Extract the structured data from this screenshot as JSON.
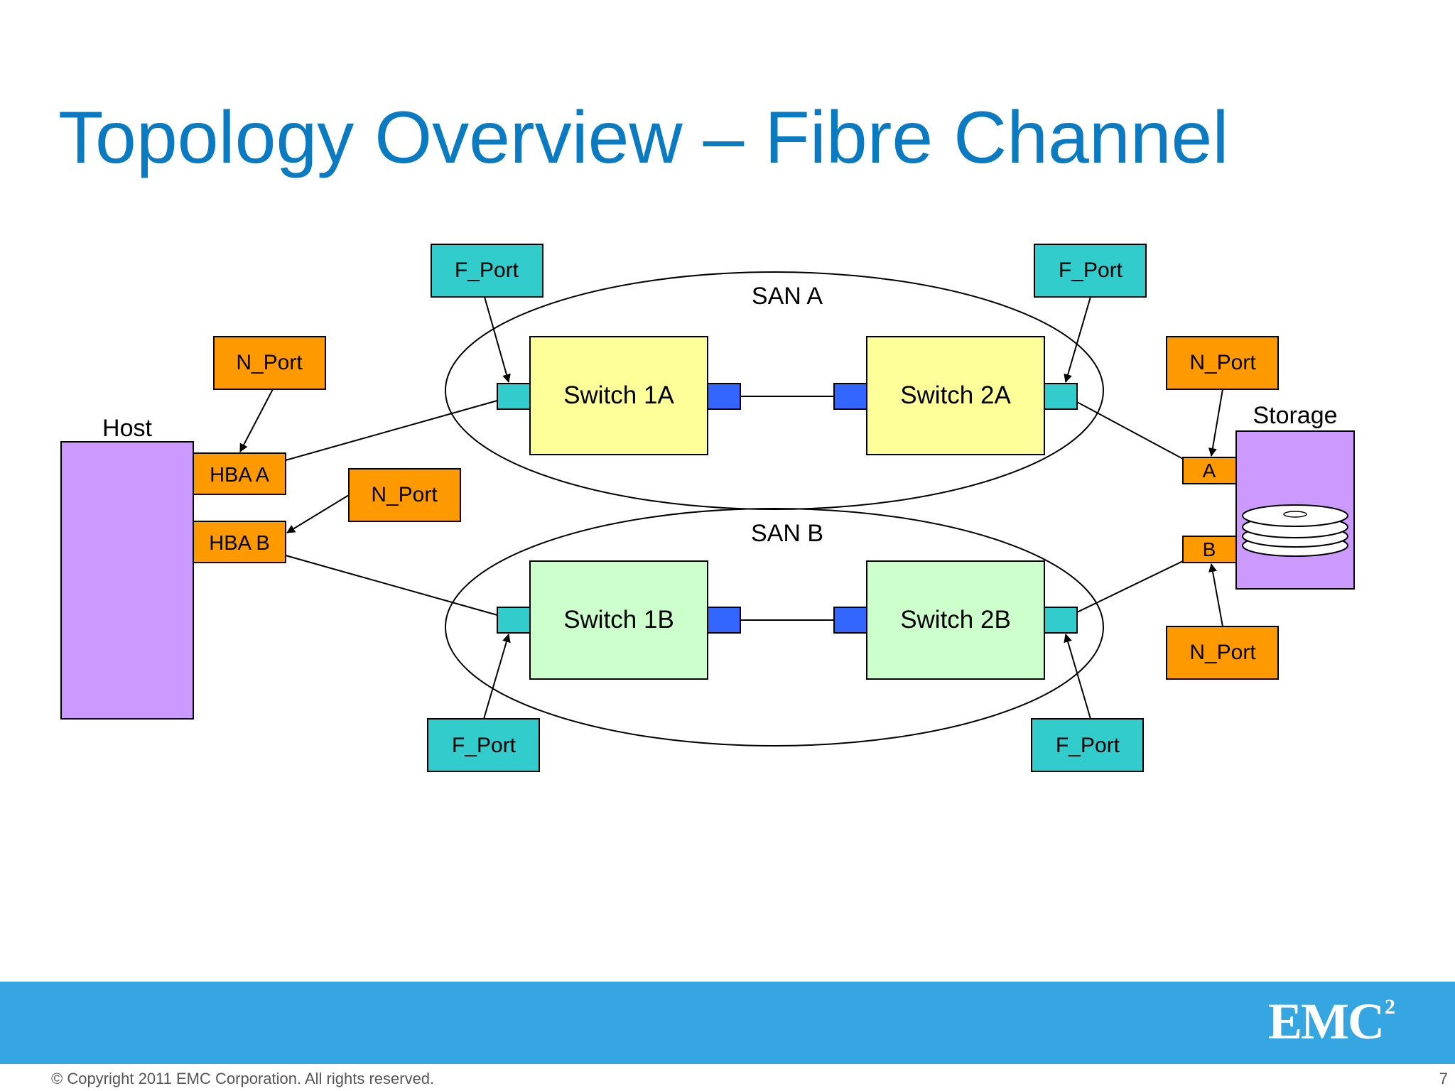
{
  "slide": {
    "title": "Topology Overview – Fibre Channel",
    "copyright": "© Copyright 2011 EMC Corporation. All rights reserved.",
    "page_number": "7",
    "logo_text": "EMC",
    "logo_superscript": "2"
  },
  "colors": {
    "title": "#0a7bc2",
    "footer_bar": "#36a6e2",
    "host": "#cc99ff",
    "storage": "#cc99ff",
    "hba_port": "#ff9900",
    "f_port": "#33cccc",
    "e_port": "#3366ff",
    "san_a_switch": "#ffff99",
    "san_b_switch": "#ccffcc"
  },
  "diagram": {
    "host_label": "Host",
    "storage_label": "Storage",
    "hba_a": "HBA A",
    "hba_b": "HBA B",
    "storage_port_a": "A",
    "storage_port_b": "B",
    "san_a": "SAN A",
    "san_b": "SAN B",
    "switch_1a": "Switch 1A",
    "switch_2a": "Switch 2A",
    "switch_1b": "Switch 1B",
    "switch_2b": "Switch 2B",
    "f_port_label": "F_Port",
    "n_port_label": "N_Port",
    "storage_icon": "disk-stack-icon"
  }
}
